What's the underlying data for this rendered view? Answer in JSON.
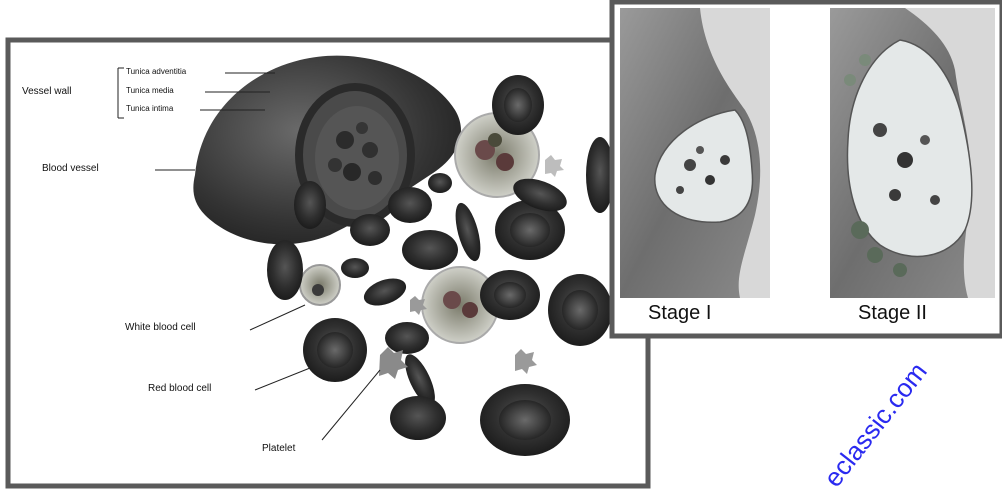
{
  "labels": {
    "vessel_wall": "Vessel wall",
    "tunica_adventitia": "Tunica adventitia",
    "tunica_media": "Tunica media",
    "tunica_intima": "Tunica intima",
    "blood_vessel": "Blood vessel",
    "white_blood_cell": "White blood cell",
    "red_blood_cell": "Red blood cell",
    "platelet": "Platelet"
  },
  "stages": {
    "stage1": "Stage I",
    "stage2": "Stage II"
  },
  "watermark": "eclassic.com",
  "colors": {
    "frame": "#5a5a5a",
    "rbc_dark": "#2c2c2c",
    "rbc_mid": "#555555",
    "vessel": "#3a3a3a",
    "plaque": "#e4e8e8",
    "tissue": "#8a8a8a",
    "watermark": "#2a2af0"
  }
}
